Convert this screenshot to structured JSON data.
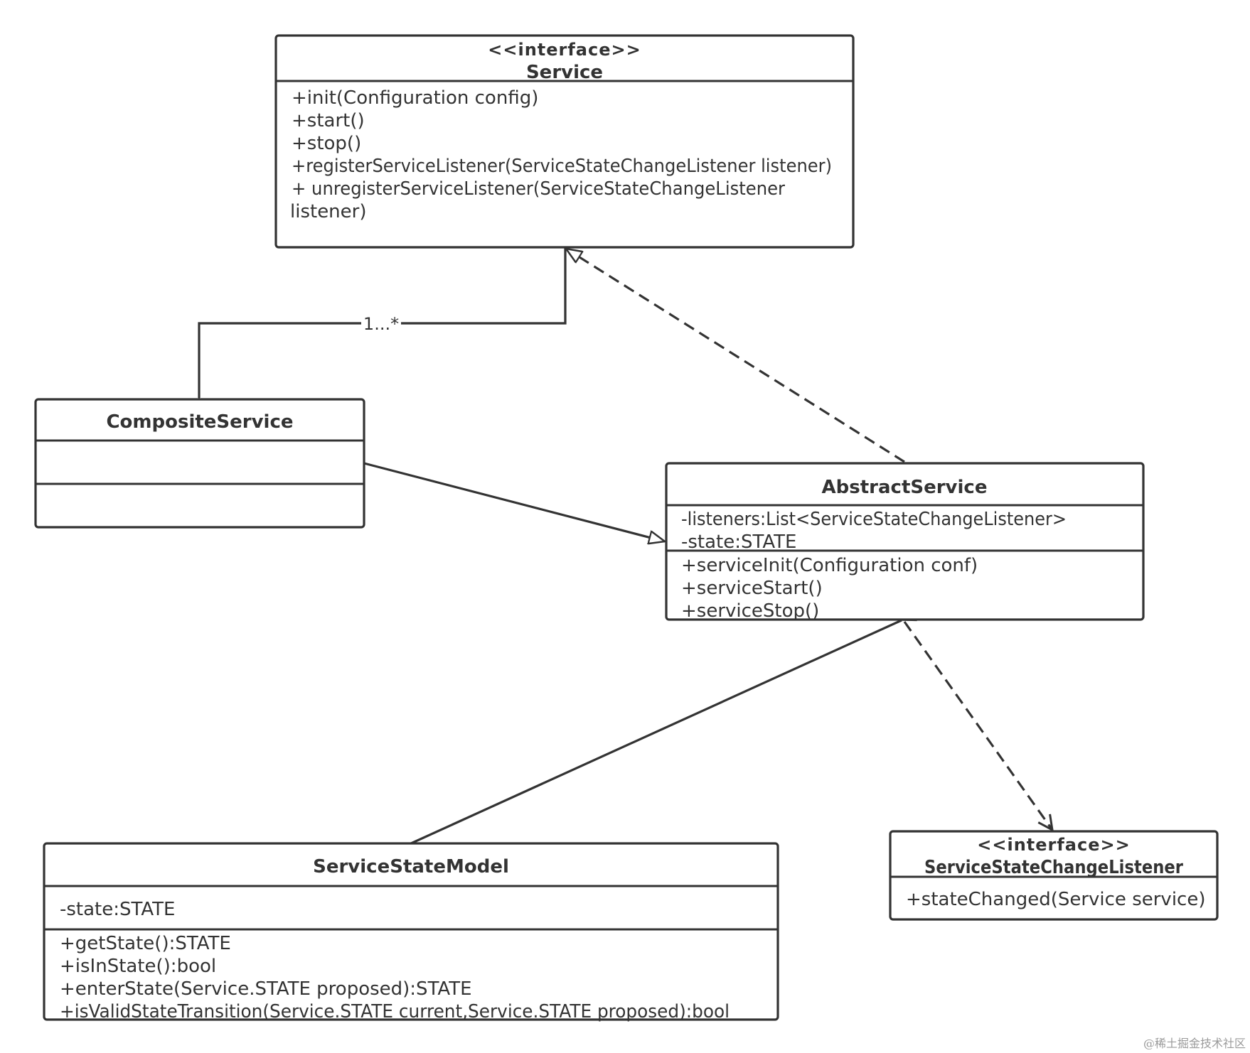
{
  "classes": {
    "service": {
      "stereotype": "<<interface>>",
      "name": "Service",
      "methods": [
        "+init(Configuration config)",
        "+start()",
        "+stop()",
        "+registerServiceListener(ServiceStateChangeListener listener)",
        "+ unregisterServiceListener(ServiceStateChangeListener",
        "listener)"
      ]
    },
    "composite_service": {
      "name": "CompositeService"
    },
    "abstract_service": {
      "name": "AbstractService",
      "attributes": [
        "-listeners:List<ServiceStateChangeListener>",
        "-state:STATE"
      ],
      "methods": [
        "+serviceInit(Configuration conf)",
        "+serviceStart()",
        "+serviceStop()"
      ]
    },
    "service_state_model": {
      "name": "ServiceStateModel",
      "attributes": [
        "-state:STATE"
      ],
      "methods": [
        "+getState():STATE",
        "+isInState():bool",
        "+enterState(Service.STATE proposed):STATE",
        "+isValidStateTransition(Service.STATE current,Service.STATE proposed):bool"
      ]
    },
    "listener": {
      "stereotype": "<<interface>>",
      "name": "ServiceStateChangeListener",
      "methods": [
        "+stateChanged(Service service)"
      ]
    }
  },
  "relations": {
    "composition_multiplicity": "1...*"
  },
  "watermark": "@稀土掘金技术社区"
}
